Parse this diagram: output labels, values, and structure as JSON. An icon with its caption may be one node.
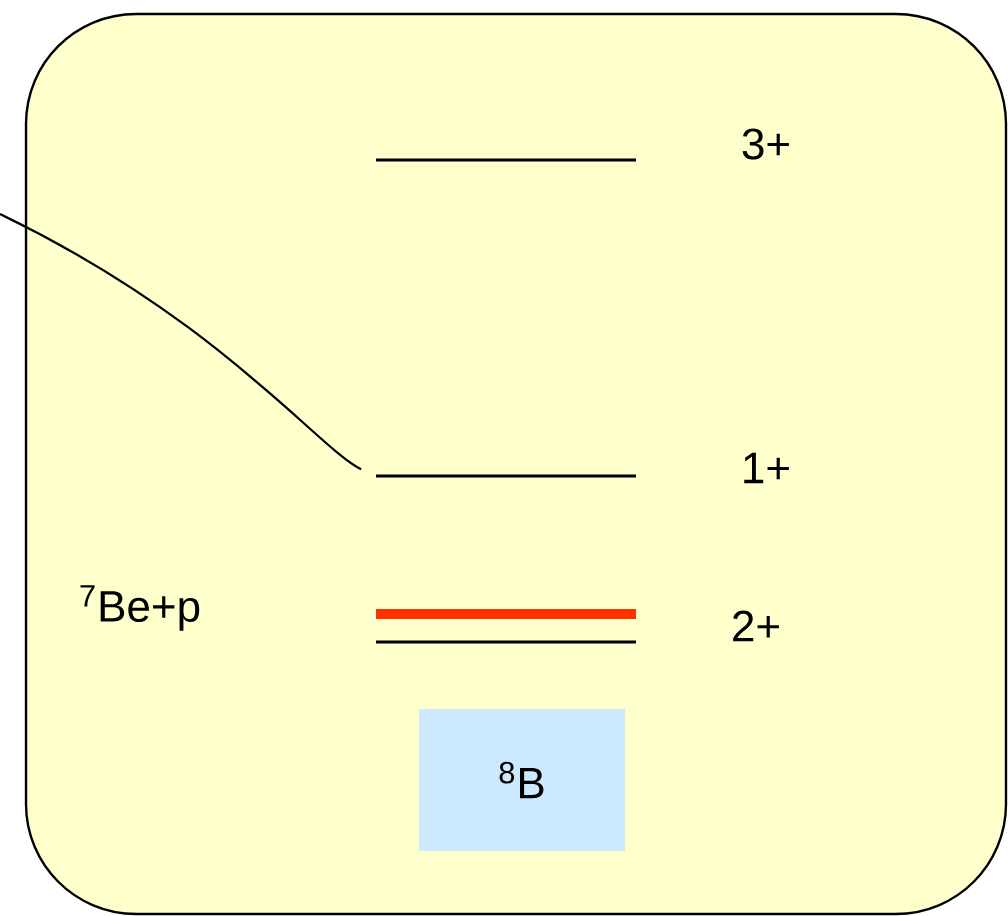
{
  "diagram": {
    "nodes": [
      {
        "text": [],
        "shape": "box"
      },
      {
        "text": [],
        "shape": "bar",
        "beside": [
          "3+"
        ],
        "in": 0
      },
      {
        "text": [],
        "shape": "bar",
        "beside": [
          "1+"
        ],
        "in": 0
      },
      {
        "text": [],
        "shape": "bar",
        "in": 0
      },
      {
        "text": [],
        "shape": "bar",
        "beside": [
          "2+"
        ],
        "in": 0
      },
      {
        "text": [
          "$^{8}$B"
        ],
        "in": 0
      }
    ],
    "edges": [
      {
        "from": null,
        "to": 2,
        "arrow": "none"
      }
    ],
    "labels": [
      "$^{7}$Be+p"
    ]
  }
}
